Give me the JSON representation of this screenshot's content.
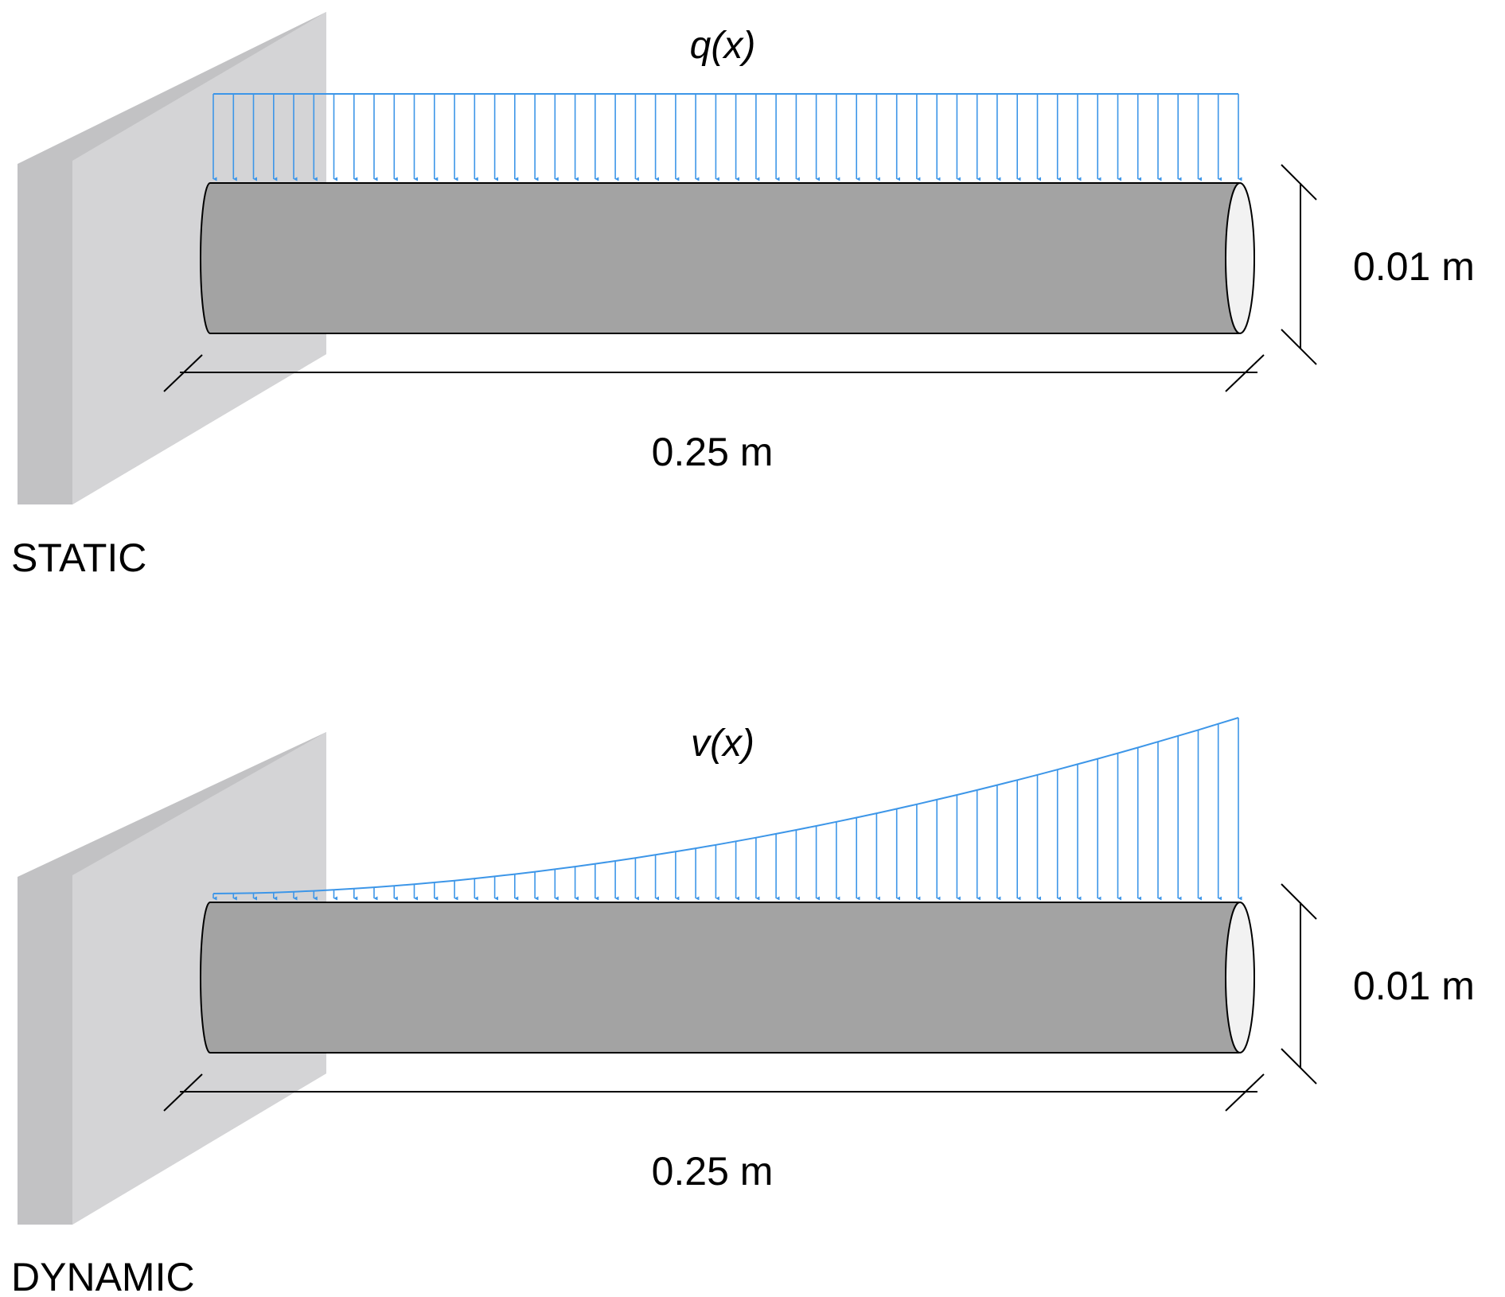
{
  "panels": [
    {
      "id": "static",
      "mode_label": "STATIC",
      "load_label": "q(x)",
      "load_profile": "uniform",
      "length_label": "0.25 m",
      "diameter_label": "0.01 m"
    },
    {
      "id": "dynamic",
      "mode_label": "DYNAMIC",
      "load_label": "v(x)",
      "load_profile": "increasing",
      "length_label": "0.25 m",
      "diameter_label": "0.01 m"
    }
  ],
  "colors": {
    "load_arrow": "#3d96e8",
    "wall_front": "#d4d4d6",
    "wall_side": "#c2c2c4",
    "beam_body": "#a3a3a3",
    "beam_end": "#f2f2f2",
    "line": "#000000"
  }
}
